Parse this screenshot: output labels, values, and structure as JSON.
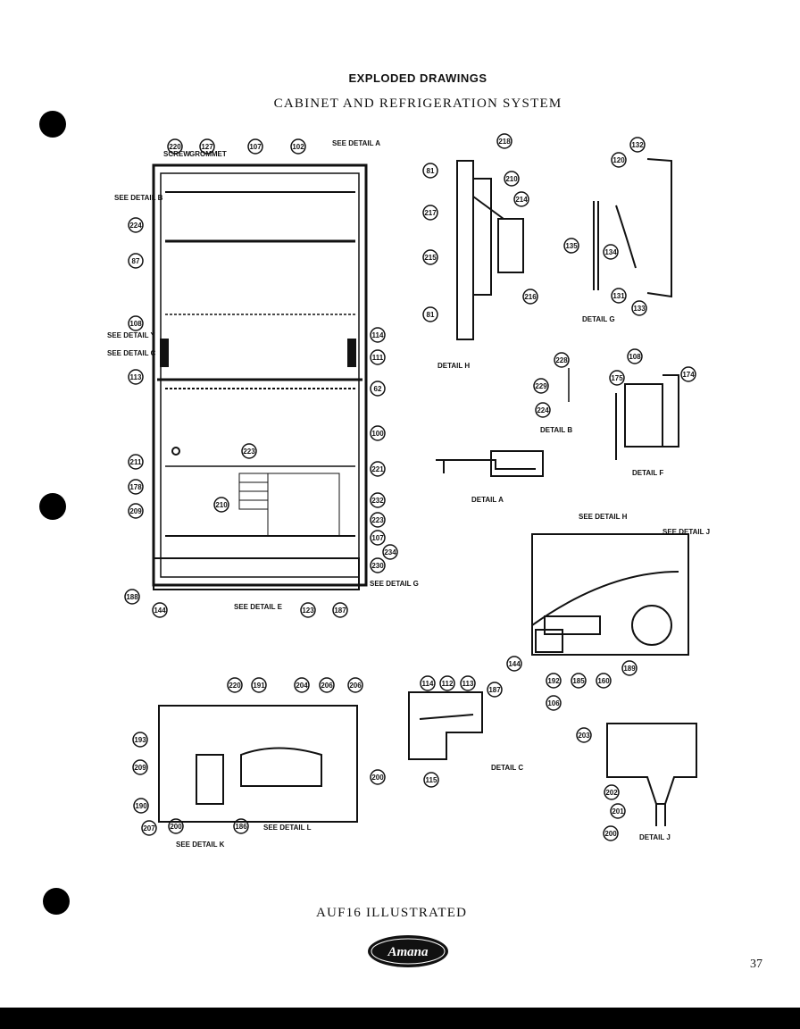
{
  "header": {
    "title": "EXPLODED DRAWINGS",
    "subtitle": "CABINET AND REFRIGERATION SYSTEM"
  },
  "caption": "AUF16 ILLUSTRATED",
  "logo_text": "Amana",
  "page_number": "37",
  "callouts": {
    "cabinet": [
      "220",
      "127",
      "107",
      "102",
      "224",
      "87",
      "108",
      "113",
      "114",
      "111",
      "62",
      "100",
      "223",
      "211",
      "178",
      "209",
      "210",
      "221",
      "232",
      "223",
      "107",
      "234",
      "230",
      "188",
      "144",
      "123",
      "187"
    ],
    "detail_h": [
      "218",
      "81",
      "210",
      "217",
      "214",
      "215",
      "216",
      "81"
    ],
    "detail_g": [
      "132",
      "120",
      "135",
      "134",
      "131",
      "133"
    ],
    "detail_b": [
      "228",
      "229",
      "224"
    ],
    "detail_f": [
      "108",
      "175",
      "174"
    ],
    "assembly": [
      "144",
      "192",
      "106",
      "185",
      "160",
      "189"
    ],
    "detail_c": [
      "114",
      "112",
      "113",
      "187",
      "115"
    ],
    "detail_j": [
      "203",
      "202",
      "201",
      "200"
    ],
    "machine": [
      "220",
      "191",
      "204",
      "206",
      "206",
      "193",
      "209",
      "190",
      "207",
      "200",
      "186",
      "200"
    ]
  },
  "text_labels": {
    "see_detail_a": "SEE DETAIL A",
    "see_detail_b": "SEE DETAIL B",
    "see_detail_y": "SEE DETAIL Y",
    "see_detail_c": "SEE DETAIL C",
    "see_detail_e": "SEE DETAIL E",
    "see_detail_g": "SEE DETAIL G",
    "screw": "SCREW",
    "grommet": "GROMMET",
    "detail_h": "DETAIL H",
    "detail_g": "DETAIL G",
    "detail_b": "DETAIL B",
    "detail_f": "DETAIL F",
    "detail_a": "DETAIL A",
    "see_detail_h": "SEE DETAIL H",
    "see_detail_j": "SEE DETAIL J",
    "detail_c": "DETAIL C",
    "detail_j": "DETAIL J",
    "see_detail_k": "SEE DETAIL K",
    "see_detail_l": "SEE DETAIL L"
  }
}
